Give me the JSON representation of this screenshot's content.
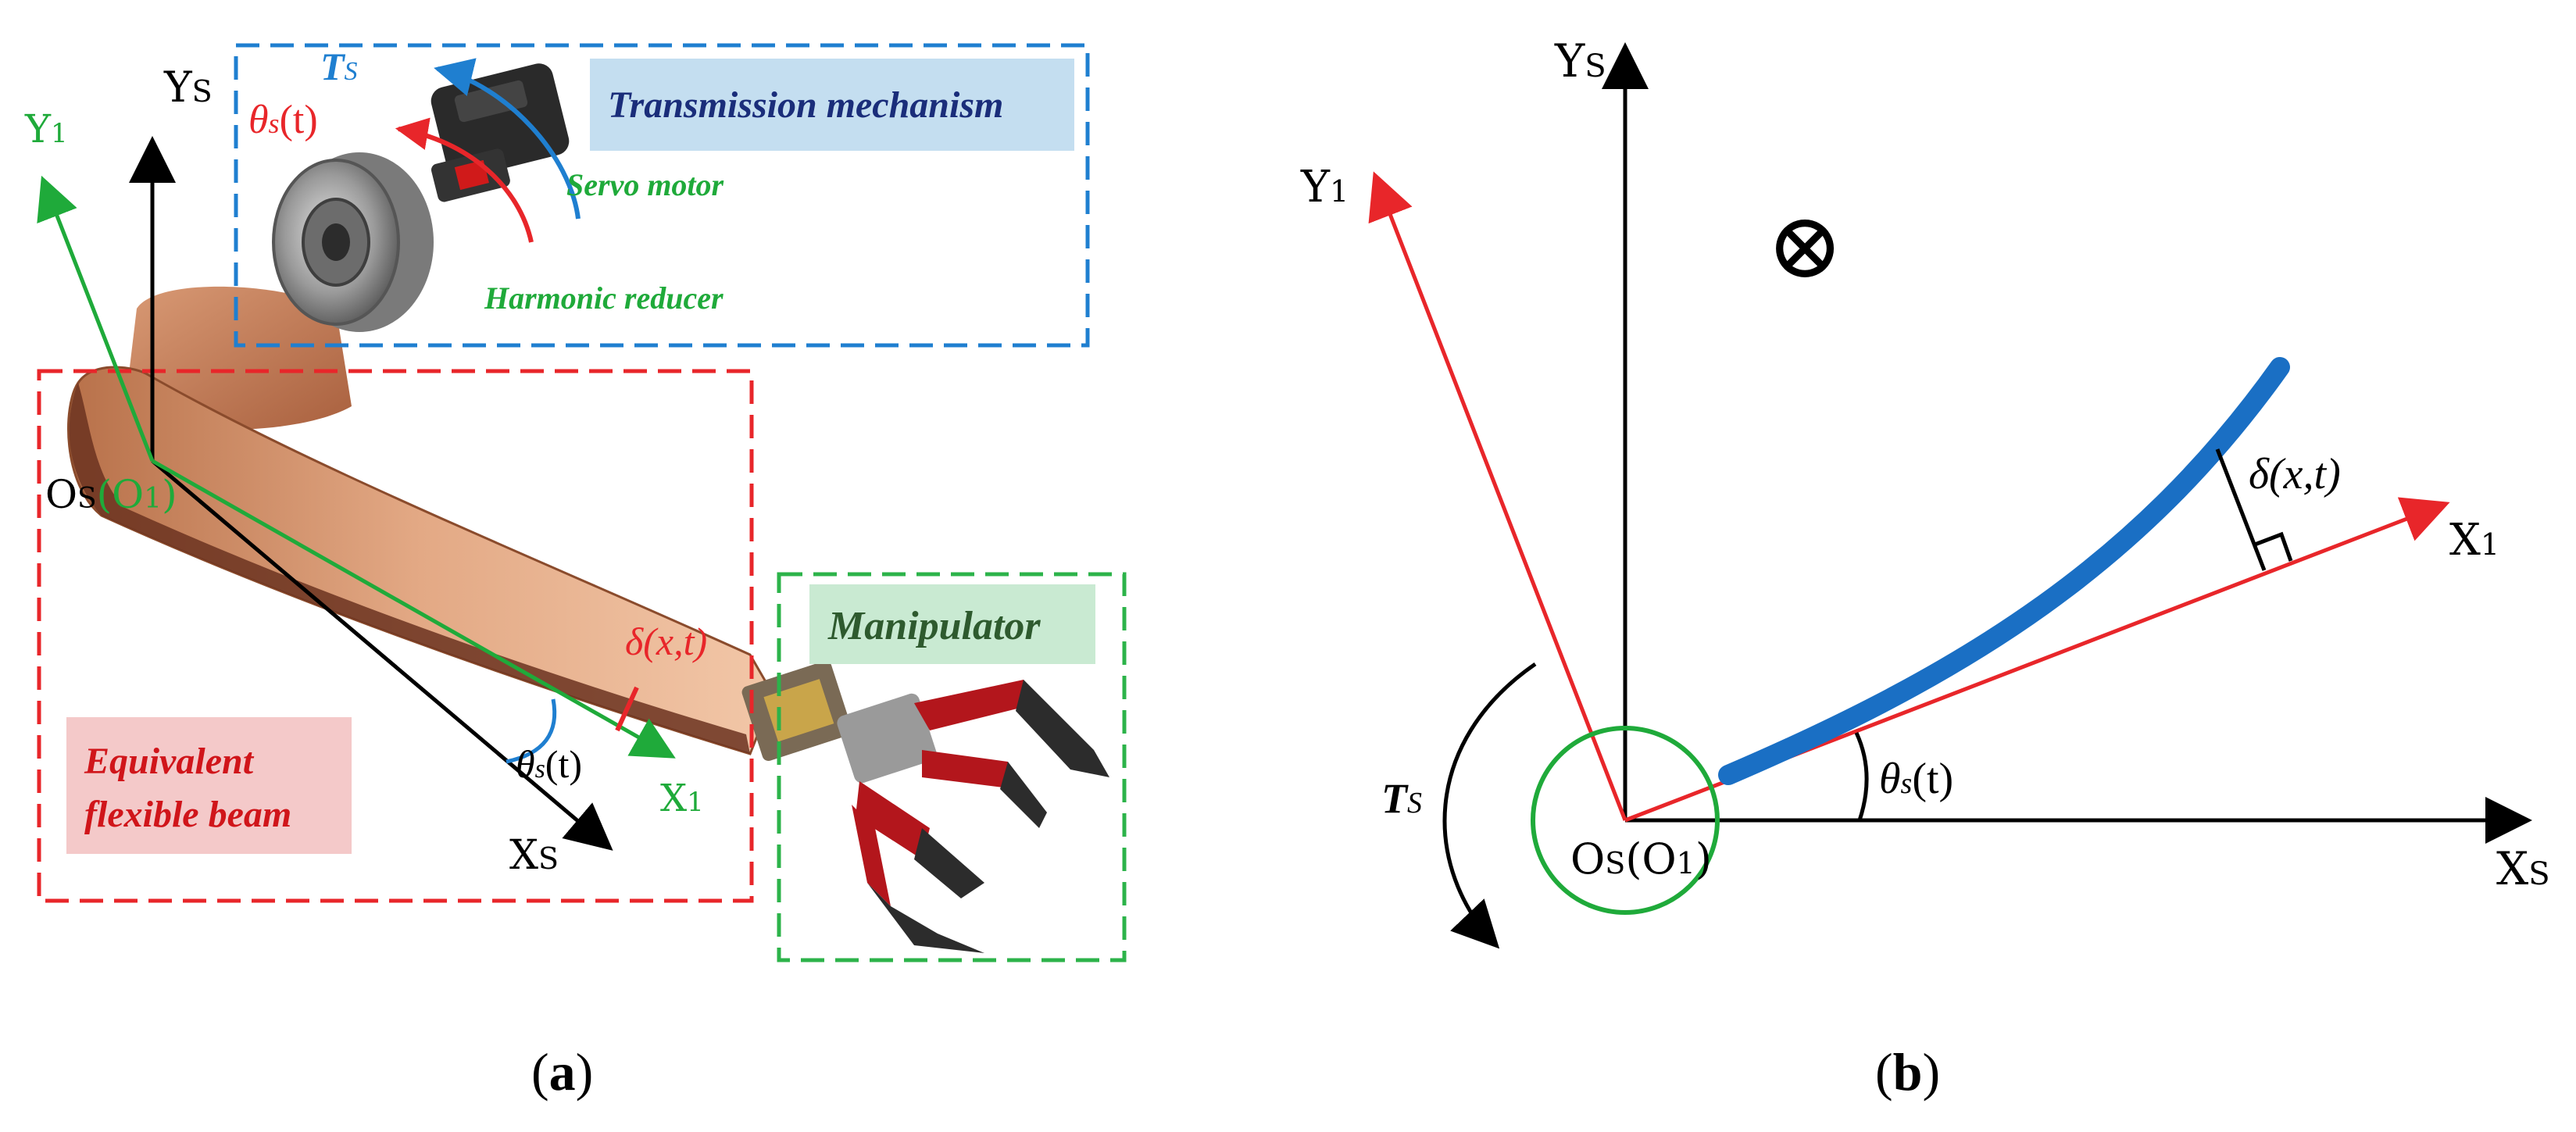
{
  "panel_a": {
    "caption": "(a)",
    "frame_s": {
      "y": "Y",
      "x": "X",
      "sub": "S",
      "origin": "O",
      "origin_sub": "S"
    },
    "frame_1": {
      "y": "Y",
      "x": "X",
      "sub": "1",
      "origin_paren": "(O",
      "origin_sub": "1",
      "close": ")"
    },
    "torque": {
      "symbol": "T",
      "sub": "S"
    },
    "angle": {
      "symbol": "θ",
      "sub": "s",
      "arg": "(t)"
    },
    "deflection": "δ(x,t)",
    "labels": {
      "servo_motor": "Servo motor",
      "harmonic_reducer": "Harmonic reducer",
      "transmission": "Transmission mechanism",
      "manipulator": "Manipulator",
      "beam_line1": "Equivalent",
      "beam_line2": "flexible beam"
    },
    "colors": {
      "transmission_box": "#1f7fd0",
      "beam_box": "#e8262a",
      "manipulator_box": "#2cb34a",
      "frame_1": "#1faa3a",
      "frame_s": "#000000",
      "beam": "#c98a5f",
      "gripper": "#b3161c"
    }
  },
  "panel_b": {
    "caption": "(b)",
    "frame_s": {
      "y": "Y",
      "x": "X",
      "sub": "S"
    },
    "frame_1": {
      "y": "Y",
      "x": "X",
      "sub": "1"
    },
    "origin": {
      "o": "O",
      "o_sub": "S",
      "paren": "(O",
      "p_sub": "1",
      "close": ")"
    },
    "torque": {
      "symbol": "T",
      "sub": "S"
    },
    "angle": {
      "symbol": "θ",
      "sub": "s",
      "arg": "(t)"
    },
    "deflection": "δ(x,t)",
    "out_of_plane": "⊗",
    "colors": {
      "frame_1": "#e8262a",
      "beam": "#1a6fc4",
      "hub": "#1faa3a"
    }
  }
}
